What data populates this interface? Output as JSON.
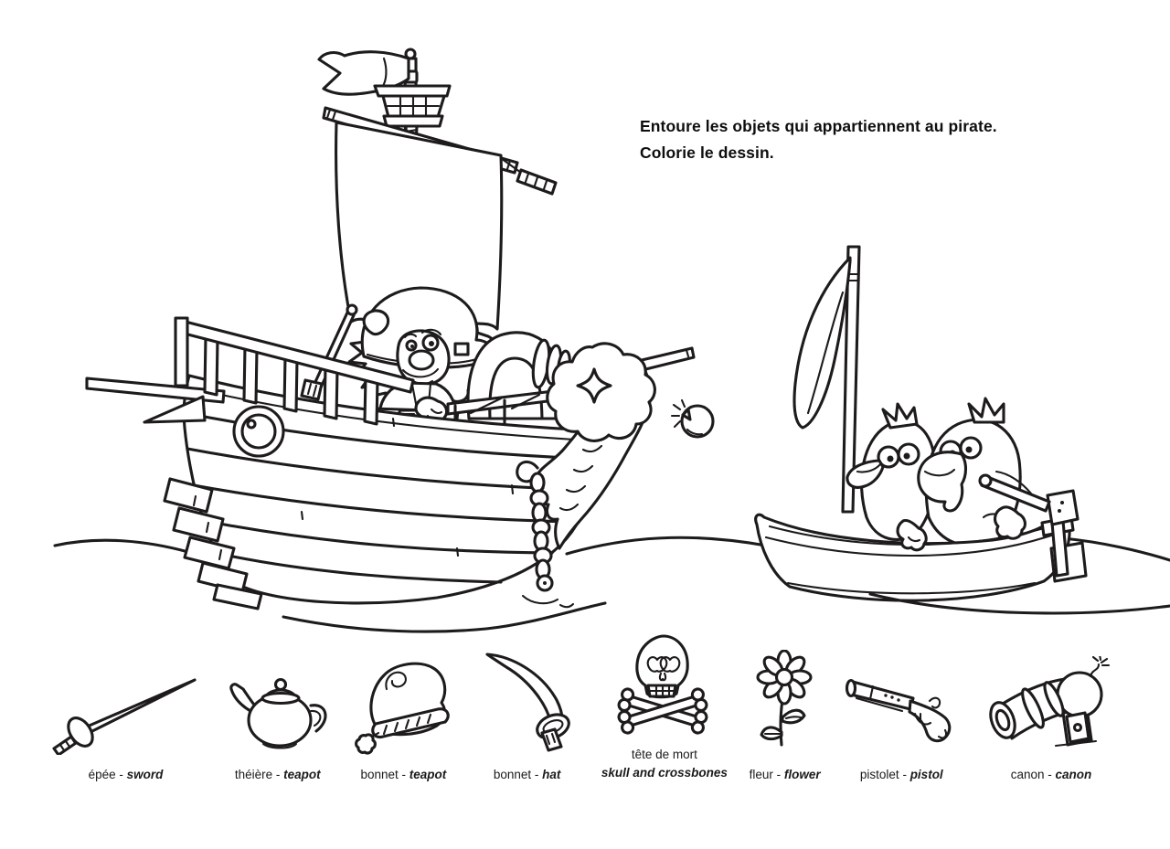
{
  "page": {
    "background": "#ffffff",
    "ink": "#1d1b1b",
    "text_color": "#0e0e0e"
  },
  "instructions": {
    "line1": "Entoure les objets qui appartiennent au pirate.",
    "line2": "Colorie le dessin."
  },
  "scene": {
    "elements": [
      "pirate-ship",
      "pennant-flag",
      "crows-nest",
      "main-sail",
      "pirate-captain",
      "deck-cannon-firing",
      "smoke-blast",
      "cannonball-bomb",
      "figurehead",
      "anchor-chain",
      "porthole",
      "stern-railing",
      "gangway-steps",
      "rowboat",
      "furled-sail",
      "bird-left",
      "bird-right",
      "rudder-tiller",
      "sea-waves"
    ]
  },
  "items": [
    {
      "id": "epee",
      "icon": "rapier-sword-icon",
      "fr": "épée",
      "sep": " - ",
      "en": "sword"
    },
    {
      "id": "theiere",
      "icon": "teapot-icon",
      "fr": "théière",
      "sep": " - ",
      "en": "teapot"
    },
    {
      "id": "bonnet-1",
      "icon": "winter-bonnet-icon",
      "fr": "bonnet",
      "sep": " - ",
      "en": "teapot"
    },
    {
      "id": "bonnet-2",
      "icon": "cutlass-sword-icon",
      "fr": "bonnet",
      "sep": " - ",
      "en": "hat"
    },
    {
      "id": "tete-de-mort",
      "icon": "skull-crossbones-icon",
      "fr": "tête de mort",
      "sep": "",
      "en": "skull and crossbones"
    },
    {
      "id": "fleur",
      "icon": "flower-icon",
      "fr": "fleur",
      "sep": " - ",
      "en": "flower"
    },
    {
      "id": "pistolet",
      "icon": "pistol-icon",
      "fr": "pistolet",
      "sep": " - ",
      "en": "pistol"
    },
    {
      "id": "canon",
      "icon": "cannon-icon",
      "fr": "canon",
      "sep": " - ",
      "en": "canon"
    }
  ]
}
